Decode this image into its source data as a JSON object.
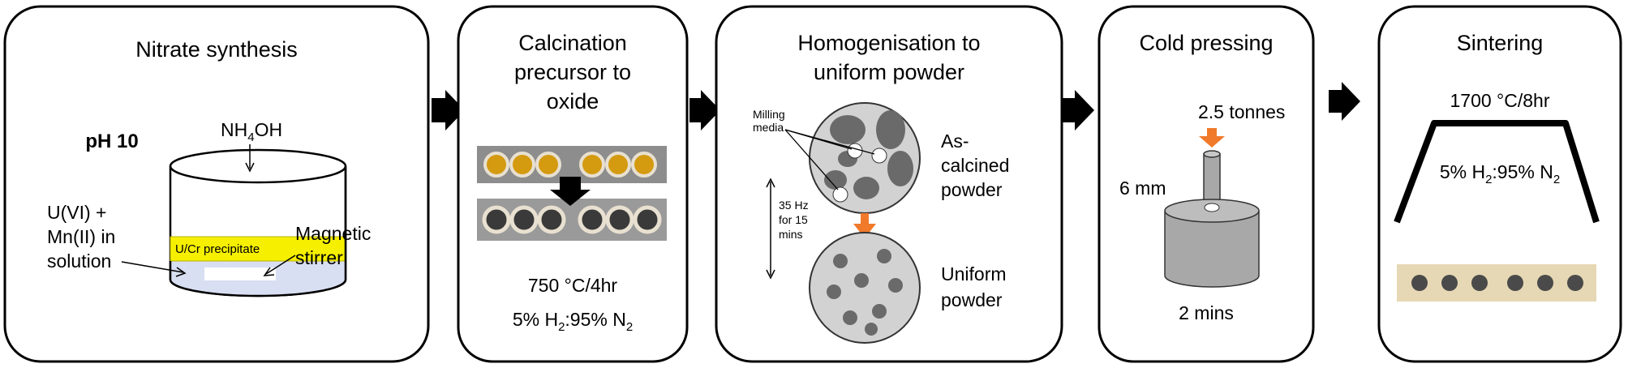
{
  "panels": {
    "nitrate": {
      "title": "Nitrate synthesis",
      "ph": "pH 10",
      "reagent": "NH",
      "reagent_sub": "4",
      "reagent_tail": "OH",
      "solution_line1": "U(VI) +",
      "solution_line2": "Mn(II) in",
      "solution_line3": "solution",
      "precipitate": "U/Cr precipitate",
      "stirrer_line1": "Magnetic",
      "stirrer_line2": "stirrer"
    },
    "calcination": {
      "title_line1": "Calcination",
      "title_line2": "precursor to",
      "title_line3": "oxide",
      "condition": "750 °C/4hr",
      "gas_a": "5% H",
      "gas_a_sub": "2",
      "gas_b": ":95% N",
      "gas_b_sub": "2"
    },
    "homogenisation": {
      "title_line1": "Homogenisation to",
      "title_line2": "uniform powder",
      "media_line1": "Milling",
      "media_line2": "media",
      "freq_line1": "35 Hz",
      "freq_line2": "for 15",
      "freq_line3": "mins",
      "top_label_line1": "As-",
      "top_label_line2": "calcined",
      "top_label_line3": "powder",
      "bottom_label_line1": "Uniform",
      "bottom_label_line2": "powder"
    },
    "pressing": {
      "title": "Cold pressing",
      "load": "2.5 tonnes",
      "diameter": "6 mm",
      "time": "2 mins"
    },
    "sintering": {
      "title": "Sintering",
      "condition": "1700 °C/8hr",
      "gas_a": "5% H",
      "gas_a_sub": "2",
      "gas_b": ":95% N",
      "gas_b_sub": "2"
    }
  },
  "colors": {
    "panel_stroke": "#000000",
    "precipitate": "#f6f000",
    "solution": "#d9dff2",
    "powder": "#d2d2d2",
    "particle": "#6a6a6a",
    "arrow_orange": "#f07a2a",
    "die": "#a8a8a8",
    "pellet_strip": "#e6d8b4"
  }
}
